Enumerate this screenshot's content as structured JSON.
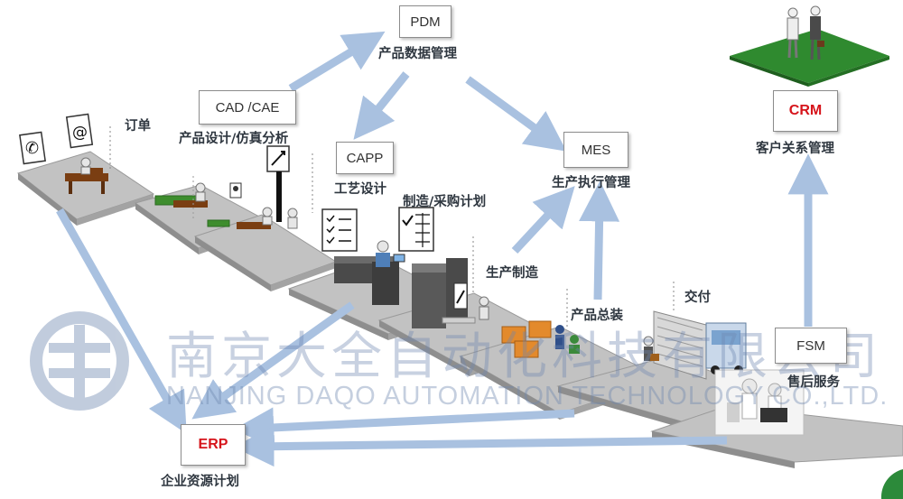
{
  "systems": {
    "pdm": {
      "code": "PDM",
      "name": "产品数据管理"
    },
    "cad_cae": {
      "code": "CAD /CAE",
      "name": "产品设计/仿真分析"
    },
    "capp": {
      "code": "CAPP",
      "name": "工艺设计"
    },
    "mes": {
      "code": "MES",
      "name": "生产执行管理"
    },
    "crm": {
      "code": "CRM",
      "name": "客户关系管理"
    },
    "fsm": {
      "code": "FSM",
      "name": "售后服务"
    },
    "erp": {
      "code": "ERP",
      "name": "企业资源计划"
    }
  },
  "stages": {
    "order": "订单",
    "planning": "制造/采购计划",
    "production": "生产制造",
    "assembly": "产品总装",
    "delivery": "交付"
  },
  "watermark": {
    "cn": "南京大全自动化科技有限公司",
    "en": "NANJING DAQO AUTOMATION TECHNOLOGY CO.,LTD."
  },
  "colors": {
    "arrow": "#a9c1e0",
    "platform": "#b9b9b9",
    "platform_edge": "#8e8e8e",
    "accent_red": "#d6141b",
    "watermark": "#6e87af"
  }
}
